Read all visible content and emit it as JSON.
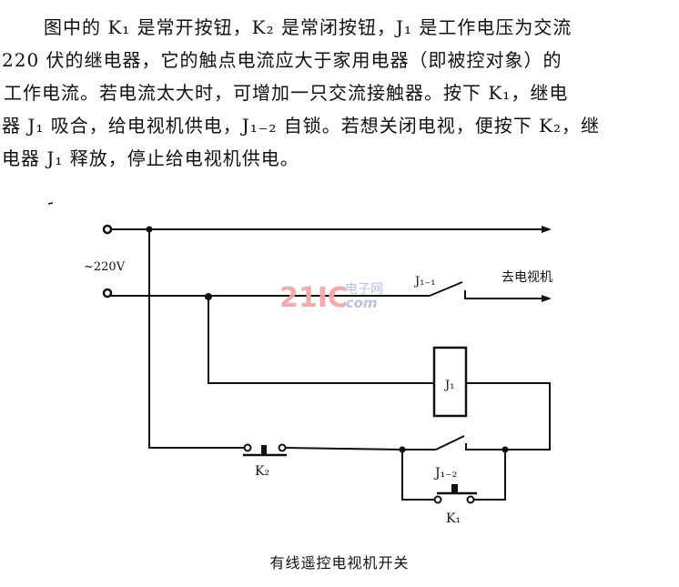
{
  "description": {
    "lines": [
      "图中的 K₁ 是常开按钮，K₂ 是常闭按钮，J₁ 是工作电压为交流",
      "220 伏的继电器，它的触点电流应大于家用电器（即被控对象）的",
      "工作电流。若电流太大时，可增加一只交流接触器。按下 K₁，继电",
      "器 J₁ 吸合，给电视机供电，J₁₋₂ 自锁。若想关闭电视，便按下 K₂，继",
      "电器 J₁ 释放，停止给电视机供电。"
    ]
  },
  "diagram": {
    "supply_label": "~220V",
    "relay_contact_1_label": "J₁₋₁",
    "output_label": "去电视机",
    "relay_coil_label": "J₁",
    "relay_contact_2_label": "J₁₋₂",
    "button_k2_label": "K₂",
    "button_k1_label": "K₁",
    "watermark": {
      "number": "21IC",
      "cn": "电子网",
      "domain": ".com"
    },
    "colors": {
      "wire": "#111111",
      "watermark_red": "#f2a7a9",
      "watermark_blue": "#b8bede"
    }
  },
  "caption": "有线遥控电视机开关"
}
